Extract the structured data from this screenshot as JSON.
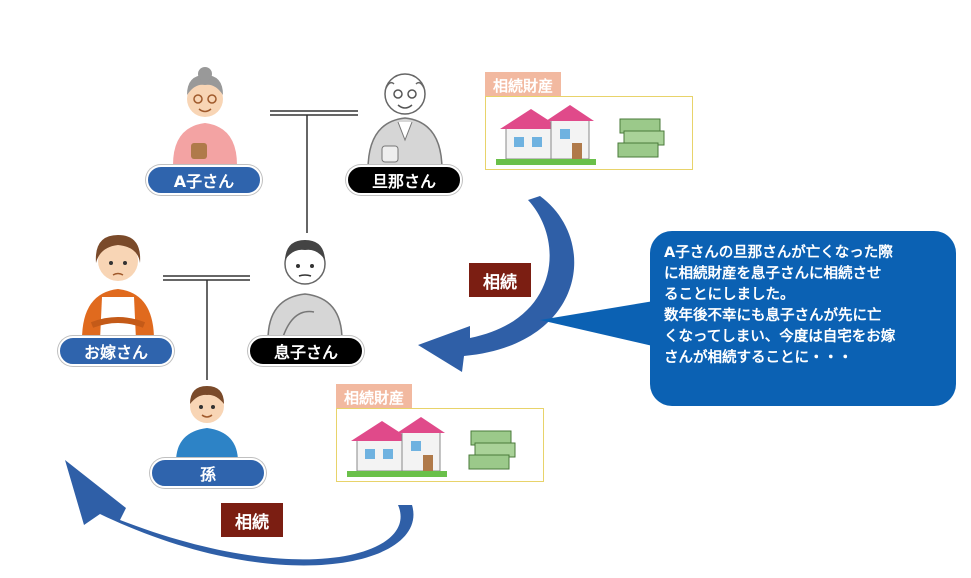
{
  "people": {
    "a_ko": "A子さん",
    "husband": "旦那さん",
    "son": "息子さん",
    "daughter_in_law": "お嫁さん",
    "grandchild": "孫"
  },
  "assets": {
    "top_label": "相続財産",
    "bottom_label": "相続財産"
  },
  "inheritance": {
    "top_label": "相続",
    "bottom_label": "相続"
  },
  "callout": {
    "line1": "A子さんの旦那さんが亡くなった際",
    "line2": "に相続財産を息子さんに相続させ",
    "line3": "ることにしました。",
    "line4": "数年後不幸にも息子さんが先に亡",
    "line5": "くなってしまい、今度は自宅をお嫁",
    "line6": "さんが相続することに・・・"
  },
  "colors": {
    "blue_pill": "#2f64ad",
    "black_pill": "#000000",
    "arrow_blue": "#2f5fa7",
    "inherit_tag": "#7b1e12",
    "asset_tag": "#f2b9a0",
    "callout": "#0b61b3"
  }
}
